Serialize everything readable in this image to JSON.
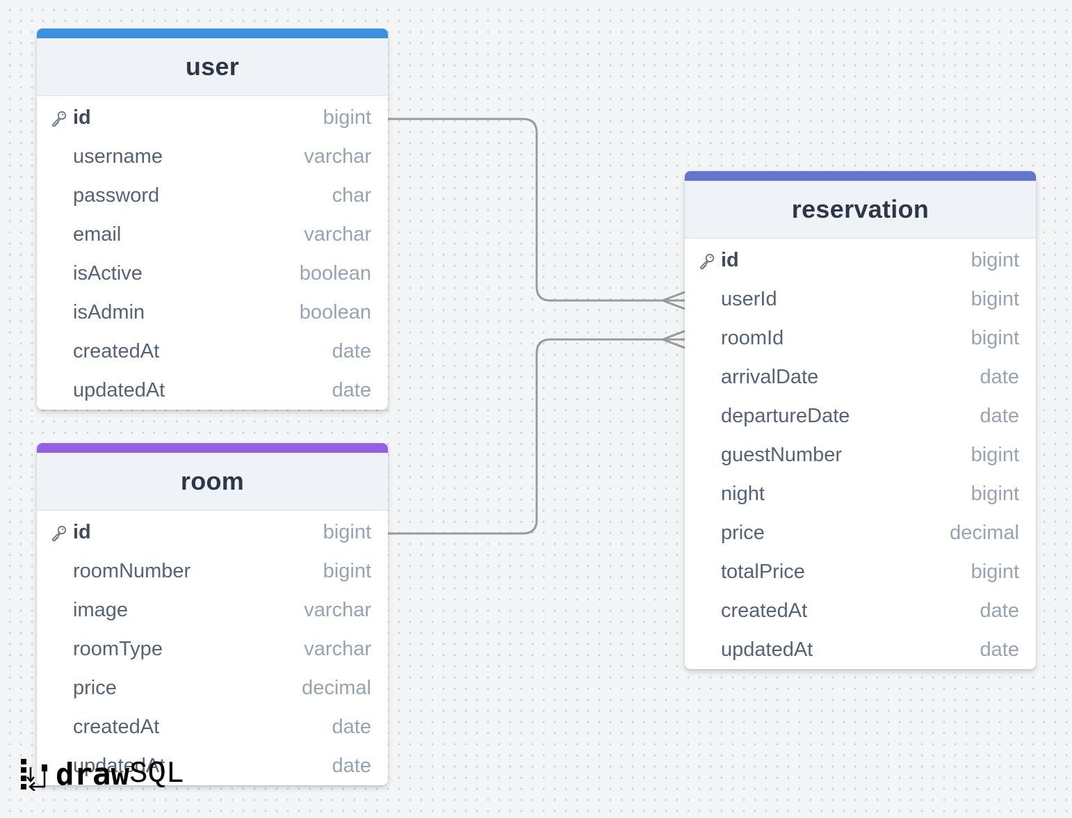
{
  "colors": {
    "user_accent": "#3a91dd",
    "room_accent": "#9561e2",
    "reservation_accent": "#6574cd",
    "relation_line": "#9a9a9a"
  },
  "tables": {
    "user": {
      "name": "user",
      "columns": [
        {
          "name": "id",
          "type": "bigint",
          "primary_key": true
        },
        {
          "name": "username",
          "type": "varchar"
        },
        {
          "name": "password",
          "type": "char"
        },
        {
          "name": "email",
          "type": "varchar"
        },
        {
          "name": "isActive",
          "type": "boolean"
        },
        {
          "name": "isAdmin",
          "type": "boolean"
        },
        {
          "name": "createdAt",
          "type": "date"
        },
        {
          "name": "updatedAt",
          "type": "date"
        }
      ]
    },
    "room": {
      "name": "room",
      "columns": [
        {
          "name": "id",
          "type": "bigint",
          "primary_key": true
        },
        {
          "name": "roomNumber",
          "type": "bigint"
        },
        {
          "name": "image",
          "type": "varchar"
        },
        {
          "name": "roomType",
          "type": "varchar"
        },
        {
          "name": "price",
          "type": "decimal"
        },
        {
          "name": "createdAt",
          "type": "date"
        },
        {
          "name": "updatedAt",
          "type": "date"
        }
      ]
    },
    "reservation": {
      "name": "reservation",
      "columns": [
        {
          "name": "id",
          "type": "bigint",
          "primary_key": true
        },
        {
          "name": "userId",
          "type": "bigint"
        },
        {
          "name": "roomId",
          "type": "bigint"
        },
        {
          "name": "arrivalDate",
          "type": "date"
        },
        {
          "name": "departureDate",
          "type": "date"
        },
        {
          "name": "guestNumber",
          "type": "bigint"
        },
        {
          "name": "night",
          "type": "bigint"
        },
        {
          "name": "price",
          "type": "decimal"
        },
        {
          "name": "totalPrice",
          "type": "bigint"
        },
        {
          "name": "createdAt",
          "type": "date"
        },
        {
          "name": "updatedAt",
          "type": "date"
        }
      ]
    }
  },
  "relations": [
    {
      "from": "user.id",
      "to": "reservation.userId",
      "cardinality": "one-to-many"
    },
    {
      "from": "room.id",
      "to": "reservation.roomId",
      "cardinality": "one-to-many"
    }
  ],
  "brand": {
    "part1": "draw",
    "part2": "SQL"
  },
  "icons": {
    "primary_key": "key-icon",
    "brand": "drawsql-logo-icon"
  }
}
